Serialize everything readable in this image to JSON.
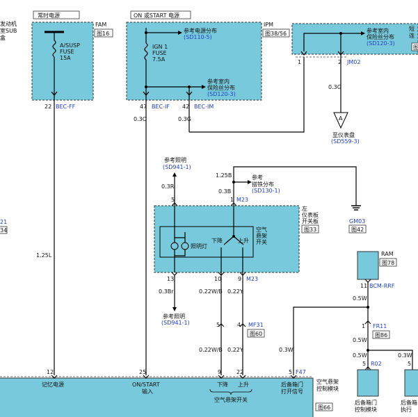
{
  "labels": {
    "top_left_partial": [
      "发动机",
      "室SUB",
      "盒"
    ],
    "left_partial_1": "21",
    "left_partial_2": "34",
    "fuse_box_1_title": "常时电源",
    "fuse_box_1_name": "FAM",
    "fuse_box_1_ref": "图16",
    "fuse_a_susp": [
      "A/SUSP",
      "FUSE",
      "15A"
    ],
    "fuse_box_2_title": "ON 或START 电源",
    "fuse_box_2_name": "IPM",
    "fuse_box_2_ref": "图38/56",
    "ref_power_dist": "参考电源分布",
    "ref_power_dist_code": "(SD110-5)",
    "fuse_ign1": [
      "IGN 1",
      "FUSE",
      "7.5A"
    ],
    "ref_indoor_fuse_1": [
      "参考室内",
      "保险丝分布"
    ],
    "ref_indoor_fuse_1_code": "(SD120-3)",
    "fuse_box_3_right": [
      "短",
      "连"
    ],
    "ref_indoor_fuse_2": [
      "参考室内",
      "保险丝分布"
    ],
    "ref_indoor_fuse_2_code": "(SD120-3)",
    "fuse_box_3_ref": "图",
    "pin_1": "1",
    "pin_2": "2",
    "jm02": "JM02",
    "wire_0_3g_a": "0.3G",
    "to_cluster": "至仪表盘",
    "to_cluster_code": "(SD559-3)",
    "ground_a": "A",
    "pin_22": "22",
    "bec_ff": "BEC-FF",
    "pin_47": "47",
    "bec_if": "BEC-IF",
    "pin_42": "42",
    "bec_im": "BEC-IM",
    "wire_0_3o": "0.3O",
    "wire_0_3g_b": "0.3G",
    "ref_illum_top": "参考照明",
    "ref_illum_top_code": "(SD941-1)",
    "wire_1_25b": "1.25B",
    "ref_ground": "参考",
    "ref_ground_2": "搭铁分布",
    "ref_ground_code": "(SD130-1)",
    "wire_0_3r": "0.3R",
    "wire_0_3b": "0.3B",
    "pin_5": "5",
    "pin_1b": "1",
    "m23_top": "M23",
    "gm03": "GM03",
    "gm03_ref": "图42",
    "switch_panel": [
      "左",
      "仪表板",
      "开关板"
    ],
    "switch_panel_ref": "图33",
    "air_susp_switch": [
      "空气",
      "悬架",
      "开关"
    ],
    "down_label": "下降",
    "up_label": "上升",
    "illum_lamp": "照明灯",
    "pin_13": "13",
    "pin_10": "10",
    "pin_9": "9",
    "m23_bot": "M23",
    "wire_0_3br": "0.3Br",
    "wire_0_22wb_a": "0.22W/B",
    "wire_0_22y_a": "0.22Y",
    "ref_illum_bot": "参考照明",
    "ref_illum_bot_code": "(SD941-1)",
    "pin_5b": "5",
    "pin_4": "4",
    "mf31": "MF31",
    "mf31_ref": "图60",
    "wire_0_22wb_b": "0.22W/B",
    "wire_0_22y_b": "0.22Y",
    "wire_1_25l": "1.25L",
    "ram": "RAM",
    "ram_ref": "图78",
    "pin_11": "11",
    "bcm_rrf": "BCM-RRF",
    "wire_0_5w_a": "0.5W",
    "pin_1c": "1",
    "fr11": "FR11",
    "fr11_ref": "图86",
    "wire_0_5w_b": "0.5W",
    "wire_0_3w_a": "0.3W",
    "wire_0_5w_c": "0.5W",
    "wire_0_3w_b": "0.3W",
    "pin_5c": "5",
    "r02": "R02",
    "pin_5d": "5",
    "pin_5e": "5",
    "f47": "F47",
    "pin_12": "12",
    "pin_25": "25",
    "pin_9b": "9",
    "pin_22b": "22",
    "memory_power": "记忆电源",
    "on_start_input": [
      "ON/START",
      "输入"
    ],
    "down_b": "下降",
    "up_b": "上升",
    "air_susp_switch_b": "空气悬架开关",
    "trunk_open_sig": [
      "后备箱门",
      "打开信号"
    ],
    "module_name": [
      "空气悬架",
      "控制模块"
    ],
    "module_ref": "图66",
    "trunk_ctrl_module": [
      "后备箱门",
      "控制模块"
    ],
    "trunk_exec_module": [
      "后备箱",
      "执行"
    ]
  }
}
